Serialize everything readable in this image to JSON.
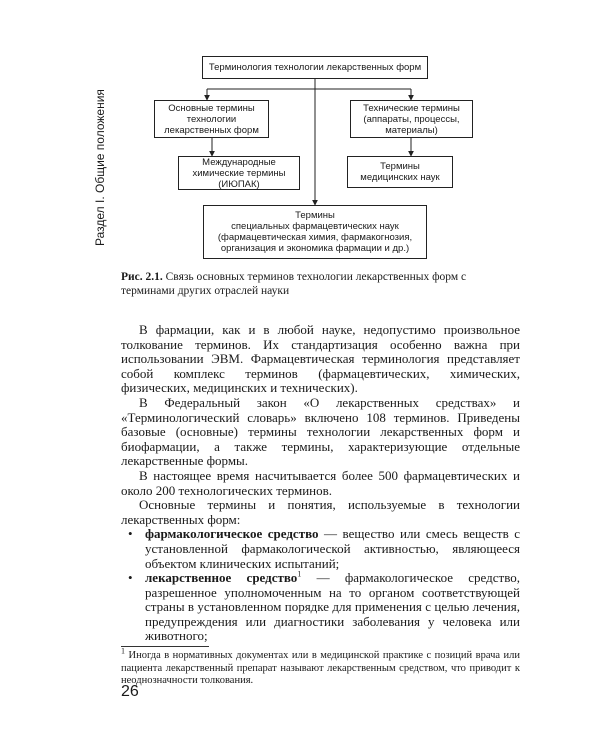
{
  "header": {
    "section_label": "Раздел I. Общие положения"
  },
  "diagram": {
    "top": "Терминология технологии лекарственных форм",
    "left1": "Основные термины\nтехнологии\nлекарственных форм",
    "right1": "Технические термины\n(аппараты, процессы,\nматериалы)",
    "left2": "Международные\nхимические термины\n(ИЮПАК)",
    "right2": "Термины\nмедицинских наук",
    "bottom": "Термины\nспециальных фармацевтических наук\n(фармацевтическая химия, фармакогнозия,\nорганизация и экономика фармации и др.)"
  },
  "caption": {
    "number": "Рис. 2.1.",
    "text": " Связь основных терминов технологии лекарственных форм с терминами других отраслей науки"
  },
  "body": {
    "p1": "В фармации, как и в любой науке, недопустимо произвольное толкование терминов. Их стандартизация особенно важна при использовании ЭВМ. Фармацевтическая терминология представляет собой комплекс терминов (фармацевтических, химических, физических, медицинских и технических).",
    "p2": "В Федеральный закон «О лекарственных средствах» и «Терминологический словарь» включено 108 терминов. Приведены базовые (основные) термины технологии лекарственных форм и биофармации, а также термины, характеризующие отдельные лекарственные формы.",
    "p3": "В настоящее время насчитывается более 500 фармацевтических и около 200 технологических терминов.",
    "p4": "Основные термины и понятия, используемые в технологии лекарственных форм:",
    "bullet_symbol": "•",
    "items": [
      {
        "term": "фармакологическое средство",
        "sup": "",
        "text": " — вещество или смесь веществ с установленной фармакологической активностью, являющееся объектом клинических испытаний;"
      },
      {
        "term": "лекарственное средство",
        "sup": "1",
        "text": " — фармакологическое средство, разрешенное уполномоченным на то органом соответствующей страны в установленном порядке для применения с целью лечения, предупреждения или диагностики заболевания у человека или животного;"
      }
    ]
  },
  "footnote": {
    "mark": "1",
    "text": " Иногда в нормативных документах или в медицинской практике с позиций врача или пациента лекарственный препарат называют лекарственным средством, что приводит к неоднозначности толкования."
  },
  "page_number": "26"
}
